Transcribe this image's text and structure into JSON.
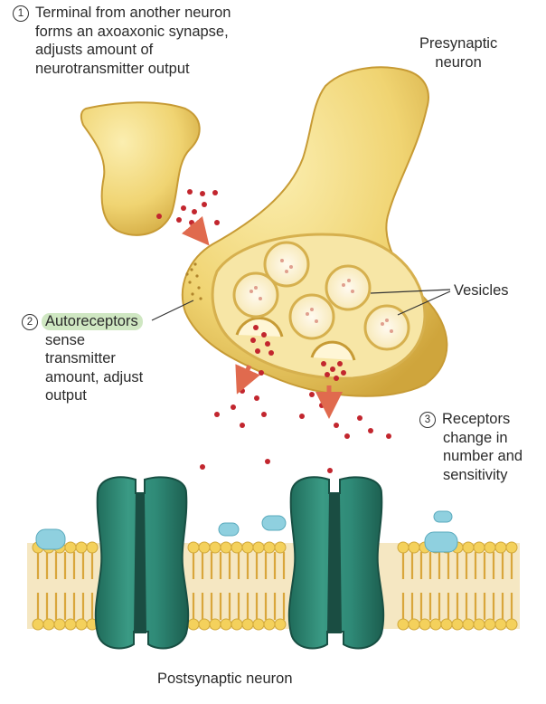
{
  "labels": {
    "terminal": {
      "number": "1",
      "lines": [
        "Terminal from another neuron",
        "forms an axoaxonic synapse,",
        "adjusts amount of",
        "neurotransmitter output"
      ]
    },
    "presynaptic": {
      "lines": [
        "Presynaptic",
        "neuron"
      ]
    },
    "vesicles": "Vesicles",
    "autoreceptors": {
      "number": "2",
      "highlight": "Autoreceptors",
      "lines": [
        "sense",
        "transmitter",
        "amount, adjust",
        "output"
      ]
    },
    "receptors": {
      "number": "3",
      "lines": [
        "Receptors",
        "change in",
        "number and",
        "sensitivity"
      ]
    },
    "postsynaptic": "Postsynaptic neuron"
  },
  "colors": {
    "neuron_fill": "#f1d77a",
    "neuron_shade": "#cfa53c",
    "vesicle": "#fdf3c9",
    "transmitter": "#c2262e",
    "receptor": "#2f8a77",
    "receptor_dark": "#1b5a4c",
    "membrane_head": "#f4d15c",
    "membrane_tail": "#e6b24a",
    "protein": "#8fd0df",
    "arrow": "#e06a4e",
    "autoreceptor_highlight": "#cfe7c2"
  }
}
